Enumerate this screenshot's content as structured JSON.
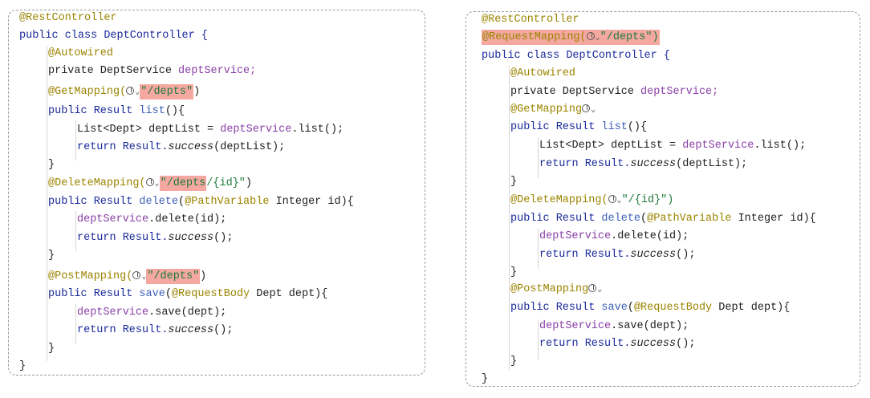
{
  "left": {
    "rest_controller": "@RestController",
    "class_decl": "public class DeptController {",
    "autowired": "@Autowired",
    "field_private": "private DeptService ",
    "field_name": "deptService;",
    "get_mapping": "@GetMapping(",
    "get_path": "\"/depts\"",
    "close_paren": ")",
    "list_sig_a": "public Result ",
    "list_sig_b": "list",
    "list_sig_c": "(){",
    "list_body_a": "List<Dept> deptList = ",
    "list_body_b": "deptService",
    "list_body_c": ".list();",
    "return_a": "return Result.",
    "success": "success",
    "list_return_args": "(deptList);",
    "close_brace": "}",
    "delete_mapping": "@DeleteMapping(",
    "delete_path": "\"/depts",
    "delete_path_rest": "/{id}\"",
    "delete_sig_a": "public Result ",
    "delete_sig_b": "delete",
    "delete_sig_c": "(",
    "path_variable": "@PathVariable",
    "delete_sig_d": " Integer id){",
    "delete_body_a": "deptService",
    "delete_body_b": ".delete(id);",
    "empty_args": "();",
    "post_mapping": "@PostMapping(",
    "post_path": "\"/depts\"",
    "save_sig_a": "public Result ",
    "save_sig_b": "save",
    "save_sig_c": "(",
    "request_body": "@RequestBody",
    "save_sig_d": " Dept dept){",
    "save_body_a": "deptService",
    "save_body_b": ".save(dept);"
  },
  "right": {
    "rest_controller": "@RestController",
    "request_mapping": "@RequestMapping(",
    "request_path": "\"/depts\")",
    "class_decl": "public class DeptController {",
    "autowired": "@Autowired",
    "field_private": "private DeptService ",
    "field_name": "deptService;",
    "get_mapping": "@GetMapping",
    "list_sig_a": "public Result ",
    "list_sig_b": "list",
    "list_sig_c": "(){",
    "list_body_a": "List<Dept> deptList = ",
    "list_body_b": "deptService",
    "list_body_c": ".list();",
    "return_a": "return Result.",
    "success": "success",
    "list_return_args": "(deptList);",
    "close_brace": "}",
    "delete_mapping": "@DeleteMapping(",
    "delete_path": "\"/{id}\")",
    "delete_sig_a": "public Result ",
    "delete_sig_b": "delete",
    "delete_sig_c": "(",
    "path_variable": "@PathVariable",
    "delete_sig_d": " Integer id){",
    "delete_body_a": "deptService",
    "delete_body_b": ".delete(id);",
    "empty_args": "();",
    "post_mapping": "@PostMapping",
    "save_sig_a": "public Result ",
    "save_sig_b": "save",
    "save_sig_c": "(",
    "request_body": "@RequestBody",
    "save_sig_d": " Dept dept){",
    "save_body_a": "deptService",
    "save_body_b": ".save(dept);"
  }
}
